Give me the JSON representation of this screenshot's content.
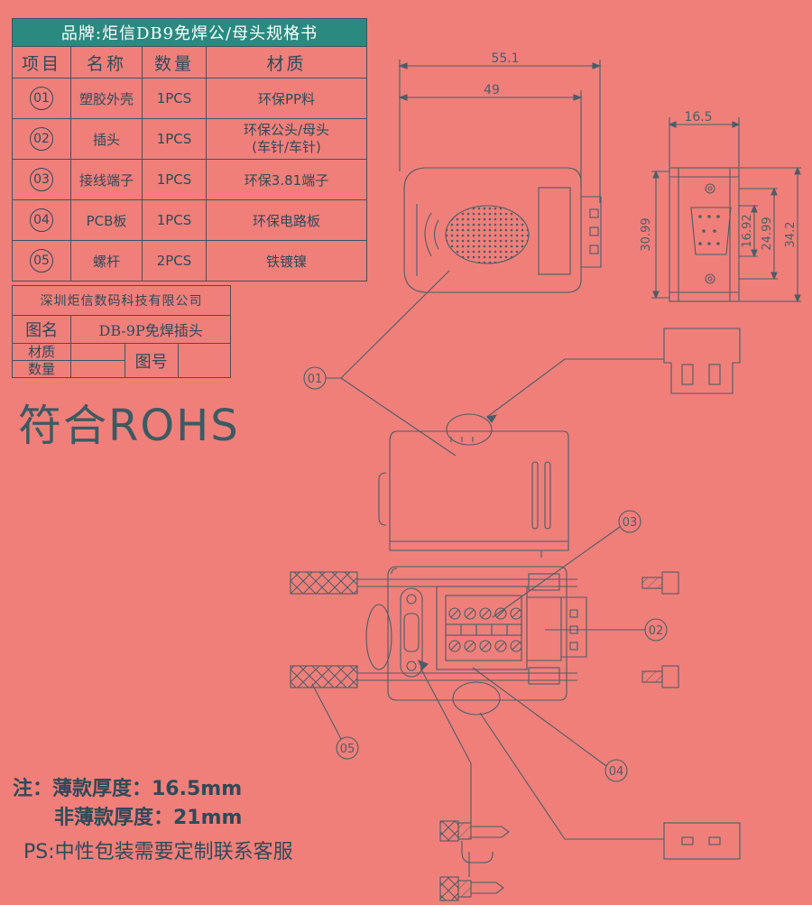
{
  "spec_title": "品牌:炬信DB9免焊公/母头规格书",
  "table": {
    "headers": [
      "项目",
      "名称",
      "数量",
      "材质"
    ],
    "rows": [
      {
        "item": "01",
        "name": "塑胶外壳",
        "qty": "1PCS",
        "material": "环保PP料",
        "material2": ""
      },
      {
        "item": "02",
        "name": "插头",
        "qty": "1PCS",
        "material": "环保公头/母头",
        "material2": "(车针/车针)"
      },
      {
        "item": "03",
        "name": "接线端子",
        "qty": "1PCS",
        "material": "环保3.81端子",
        "material2": ""
      },
      {
        "item": "04",
        "name": "PCB板",
        "qty": "1PCS",
        "material": "环保电路板",
        "material2": ""
      },
      {
        "item": "05",
        "name": "螺杆",
        "qty": "2PCS",
        "material": "铁镀镍",
        "material2": ""
      }
    ]
  },
  "info": {
    "company": "深圳炬信数码科技有限公司",
    "drawing_name_label": "图名",
    "drawing_name": "DB-9P免焊插头",
    "material_label": "材质",
    "quantity_label": "数量",
    "drawing_no_label": "图号"
  },
  "rohs": "符合ROHS",
  "dimensions": {
    "d1": "55.1",
    "d2": "49",
    "d3": "16.5",
    "d4": "30.99",
    "d5": "16.92",
    "d6": "24.99",
    "d7": "34.2"
  },
  "callouts": [
    "01",
    "02",
    "03",
    "04",
    "05"
  ],
  "notes": {
    "line1": "注：薄款厚度：16.5mm",
    "line2": "非薄款厚度：21mm",
    "ps": "PS:中性包装需要定制联系客服"
  }
}
